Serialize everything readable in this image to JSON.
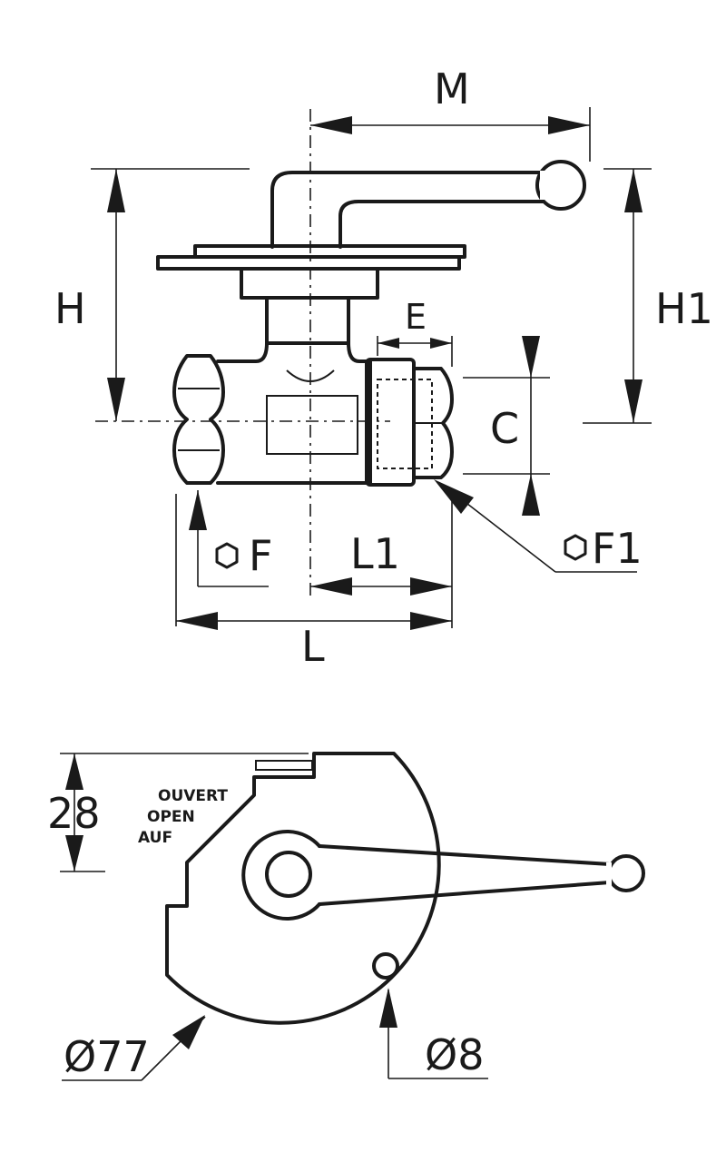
{
  "side_view": {
    "dimensions": {
      "M": "M",
      "H": "H",
      "H1": "H1",
      "E": "E",
      "C": "C",
      "F": "F",
      "F1": "F1",
      "L1": "L1",
      "L": "L"
    }
  },
  "top_view": {
    "dimension_height": "28",
    "dimension_body": "Ø77",
    "dimension_hole": "Ø8",
    "plate_text": [
      "OUVERT",
      "OPEN",
      "AUF"
    ]
  }
}
